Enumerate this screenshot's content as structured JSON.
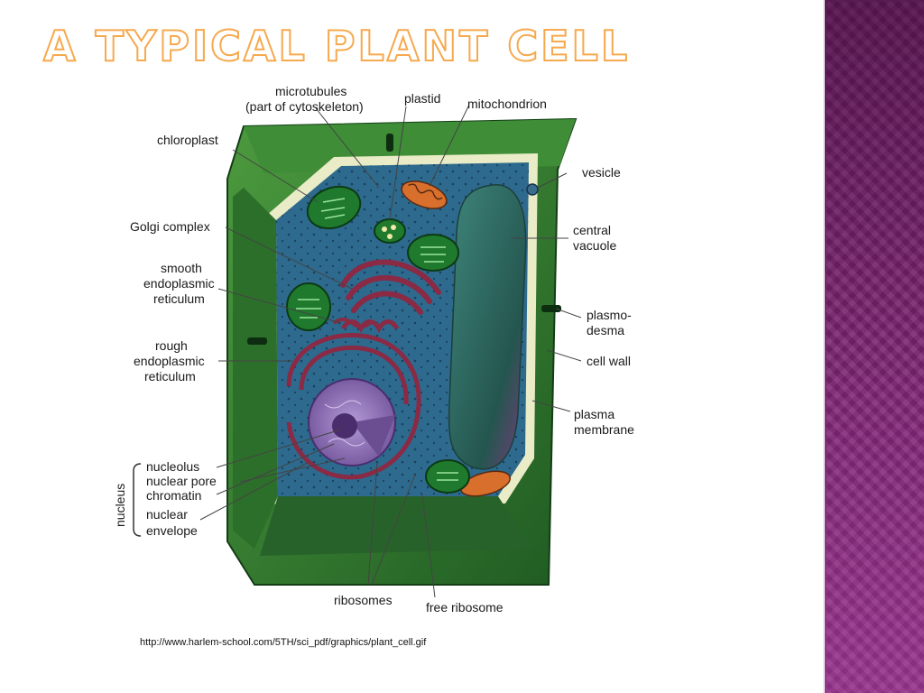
{
  "slide": {
    "title": "A typical plant cell",
    "source_url": "http://www.harlem-school.com/5TH/sci_pdf/graphics/plant_cell.gif"
  },
  "labels": {
    "microtubules": "microtubules",
    "microtubules_sub": "(part of cytoskeleton)",
    "plastid": "plastid",
    "mitochondrion": "mitochondrion",
    "chloroplast": "chloroplast",
    "vesicle": "vesicle",
    "golgi": "Golgi complex",
    "central_vacuole_1": "central",
    "central_vacuole_2": "vacuole",
    "smooth_er_1": "smooth",
    "smooth_er_2": "endoplasmic",
    "smooth_er_3": "reticulum",
    "plasmodesma_1": "plasmo-",
    "plasmodesma_2": "desma",
    "rough_er_1": "rough",
    "rough_er_2": "endoplasmic",
    "rough_er_3": "reticulum",
    "cell_wall": "cell wall",
    "plasma_membrane_1": "plasma",
    "plasma_membrane_2": "membrane",
    "nucleolus": "nucleolus",
    "nuclear_pore": "nuclear pore",
    "chromatin": "chromatin",
    "nuclear_envelope_1": "nuclear",
    "nuclear_envelope_2": "envelope",
    "nucleus_group": "nucleus",
    "ribosomes": "ribosomes",
    "free_ribosome": "free ribosome"
  },
  "colors": {
    "cell_wall": "#2f7d2f",
    "cytoplasm": "#2d6a8e",
    "vacuole": "#2f6e66",
    "er": "#8a2a45",
    "nucleus": "#8c6bb3",
    "title_outline": "#f6a94e",
    "side_band": "#7a2470"
  }
}
